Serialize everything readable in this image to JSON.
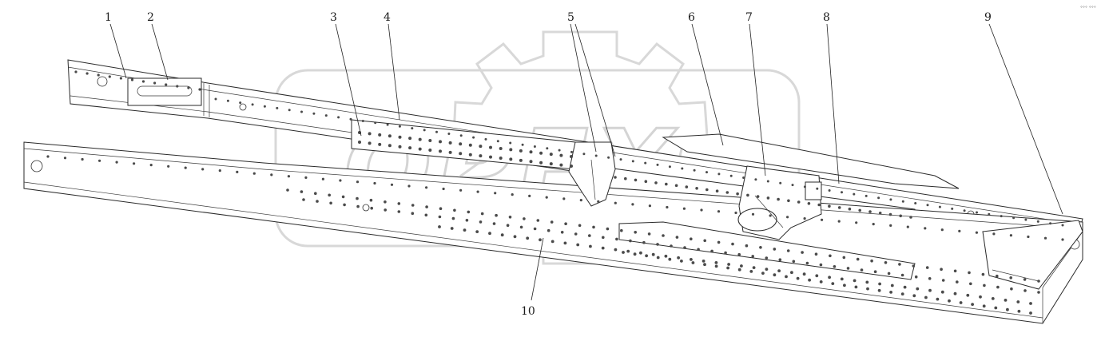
{
  "callouts": [
    {
      "num": "1"
    },
    {
      "num": "2"
    },
    {
      "num": "3"
    },
    {
      "num": "4"
    },
    {
      "num": "5"
    },
    {
      "num": "6"
    },
    {
      "num": "7"
    },
    {
      "num": "8"
    },
    {
      "num": "9"
    },
    {
      "num": "10"
    }
  ],
  "watermark": {
    "text": "OPEX"
  },
  "corner_mark": "°°° °°°"
}
